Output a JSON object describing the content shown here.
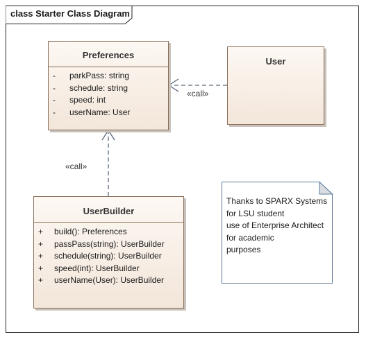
{
  "frame": {
    "title": "class Starter Class Diagram"
  },
  "classes": {
    "preferences": {
      "name": "Preferences",
      "attributes": [
        {
          "vis": "-",
          "text": "parkPass: string"
        },
        {
          "vis": "-",
          "text": "schedule: string"
        },
        {
          "vis": "-",
          "text": "speed: int"
        },
        {
          "vis": "-",
          "text": "userName: User"
        }
      ]
    },
    "user": {
      "name": "User"
    },
    "userbuilder": {
      "name": "UserBuilder",
      "operations": [
        {
          "vis": "+",
          "text": "build(): Preferences"
        },
        {
          "vis": "+",
          "text": "passPass(string): UserBuilder"
        },
        {
          "vis": "+",
          "text": "schedule(string): UserBuilder"
        },
        {
          "vis": "+",
          "text": "speed(int): UserBuilder"
        },
        {
          "vis": "+",
          "text": "userName(User): UserBuilder"
        }
      ]
    }
  },
  "relations": {
    "user_to_preferences": {
      "stereotype": "«call»"
    },
    "userbuilder_to_preferences": {
      "stereotype": "«call»"
    }
  },
  "note": {
    "lines": [
      "Thanks to SPARX Systems",
      "for LSU student",
      "use of Enterprise Architect",
      "for academic",
      "purposes"
    ]
  },
  "colors": {
    "class_border": "#8a6f5a",
    "class_fill_top": "#fdf8f3",
    "class_fill_bottom": "#f3e6da",
    "note_border": "#5a7a9a",
    "note_fill": "#ffffff",
    "connector": "#5a6a7a"
  }
}
